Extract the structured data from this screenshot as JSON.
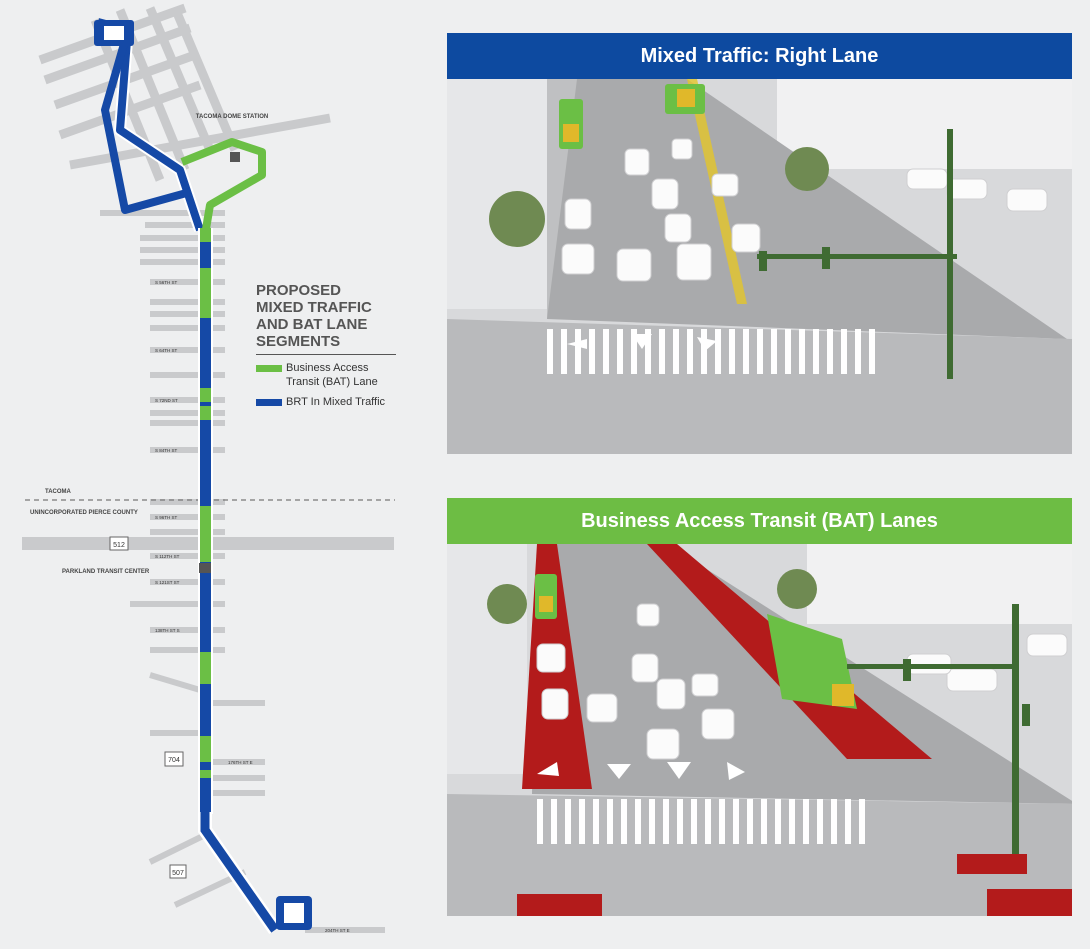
{
  "colors": {
    "bat_lane": "#6bbf45",
    "mixed_traffic": "#1549a6",
    "header_blue": "#0d4aa0",
    "header_green": "#6dbd44",
    "bat_red": "#b31b1b"
  },
  "map": {
    "legend": {
      "title_lines": [
        "PROPOSED",
        "MIXED TRAFFIC",
        "AND BAT LANE",
        "SEGMENTS"
      ],
      "items": [
        {
          "label": "Business Access Transit (BAT) Lane",
          "color": "#6bbf45"
        },
        {
          "label": "BRT In Mixed Traffic",
          "color": "#1549a6"
        }
      ]
    },
    "labels": {
      "tacoma_dome_station": "TACOMA DOME STATION",
      "tacoma": "TACOMA",
      "unincorporated": "UNINCORPORATED PIERCE COUNTY",
      "parkland_transit_center": "PARKLAND TRANSIT CENTER",
      "route_512": "512",
      "route_704": "704",
      "route_507": "507"
    },
    "street_labels": [
      "S 56TH ST",
      "S 64TH ST",
      "S 72ND ST",
      "S 84TH ST",
      "S 96TH ST",
      "S 112TH ST",
      "S 121ST ST",
      "138TH ST S",
      "176TH ST E",
      "204TH ST E"
    ]
  },
  "panels": [
    {
      "title": "Mixed Traffic: Right Lane"
    },
    {
      "title": "Business Access Transit (BAT) Lanes"
    }
  ]
}
